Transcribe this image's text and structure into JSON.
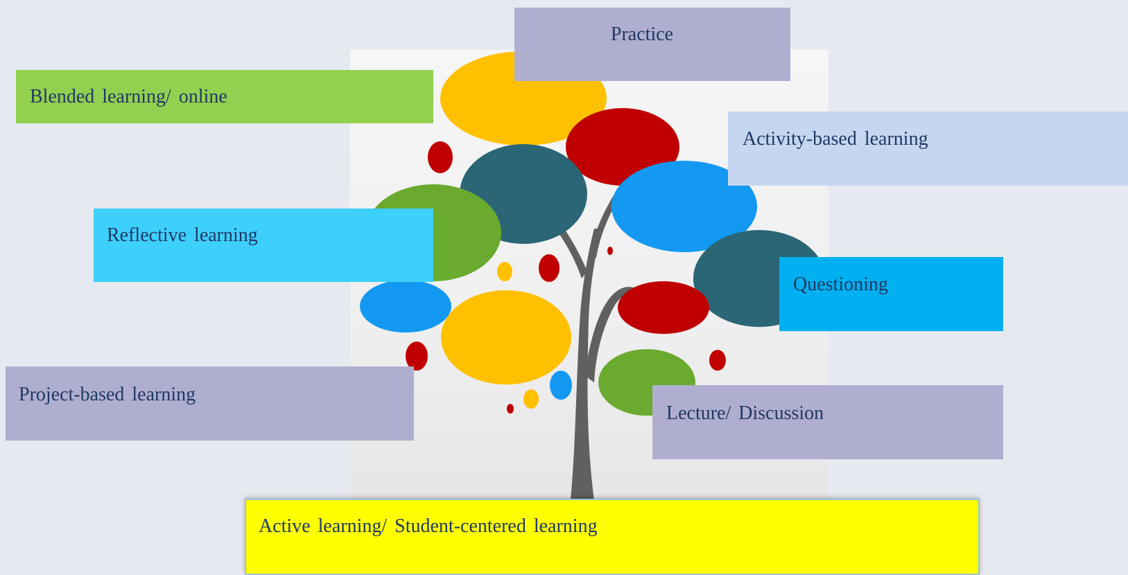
{
  "diagram": {
    "labels": {
      "practice": "Practice",
      "blended": "Blended learning/ online",
      "activity": "Activity-based learning",
      "reflective": "Reflective learning",
      "questioning": "Questioning",
      "project": "Project-based learning",
      "lecture": "Lecture/ Discussion",
      "active": "Active learning/ Student-centered learning"
    },
    "colors": {
      "background": "#e6e9ef",
      "text": "#1f3864",
      "lavender": "#b0aed0",
      "green": "#92d050",
      "light_blue": "#c5d6f0",
      "cyan": "#3dd0fb",
      "sky_blue": "#00b0f0",
      "yellow": "#ffff00",
      "tree_trunk": "#606060",
      "leaf_yellow": "#ffc000",
      "leaf_red": "#c00000",
      "leaf_teal": "#2a6675",
      "leaf_blue": "#1399f2",
      "leaf_green": "#6aaa2e"
    }
  }
}
